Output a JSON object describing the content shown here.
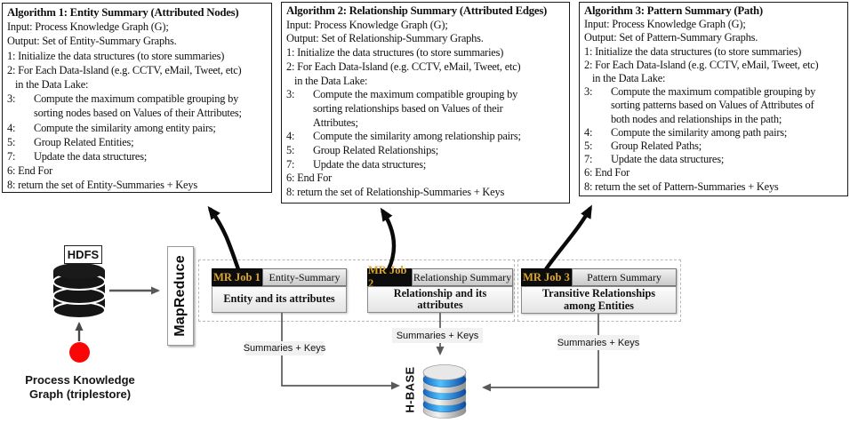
{
  "colors": {
    "mr_job_gold": "#DBA72A",
    "source_dot_red": "#FA0606",
    "hbase_blue": "#1E88E5",
    "arrow_gray": "#595959",
    "curved_arrow_black": "#0a0a0a"
  },
  "algorithms": [
    {
      "title": "Algorithm 1: Entity Summary (Attributed Nodes)",
      "lines": [
        {
          "s": "p",
          "t": "Input: Process Knowledge Graph (G);"
        },
        {
          "s": "p",
          "t": "Output: Set of Entity-Summary Graphs."
        },
        {
          "s": "p",
          "t": "1: Initialize the data structures (to store summaries)"
        },
        {
          "s": "p",
          "t": "2: For Each Data-Island (e.g. CCTV, eMail, Tweet, etc)"
        },
        {
          "s": "c2",
          "t": "in the Data Lake:"
        },
        {
          "s": "n",
          "num": "3:",
          "t": "Compute the maximum compatible grouping by"
        },
        {
          "s": "c",
          "t": "sorting nodes based on Values of their Attributes;"
        },
        {
          "s": "n",
          "num": "4:",
          "t": "Compute the similarity among entity pairs;"
        },
        {
          "s": "n",
          "num": "5:",
          "t": "Group Related Entities;"
        },
        {
          "s": "n",
          "num": "7:",
          "t": "Update the data structures;"
        },
        {
          "s": "p",
          "t": "6: End For"
        },
        {
          "s": "p",
          "t": "8: return the set of Entity-Summaries + Keys"
        }
      ]
    },
    {
      "title": "Algorithm 2: Relationship Summary (Attributed Edges)",
      "lines": [
        {
          "s": "p",
          "t": "Input: Process Knowledge Graph (G);"
        },
        {
          "s": "p",
          "t": "Output: Set of Relationship-Summary Graphs."
        },
        {
          "s": "p",
          "t": "1: Initialize the data structures (to store summaries)"
        },
        {
          "s": "p",
          "t": "2: For Each Data-Island (e.g. CCTV, eMail, Tweet, etc)"
        },
        {
          "s": "c2",
          "t": "in the Data Lake:"
        },
        {
          "s": "n",
          "num": "3:",
          "t": "Compute the maximum compatible grouping by"
        },
        {
          "s": "c",
          "t": "sorting relationships based on Values of their"
        },
        {
          "s": "c",
          "t": "Attributes;"
        },
        {
          "s": "n",
          "num": "4:",
          "t": "Compute the similarity among relationship pairs;"
        },
        {
          "s": "n",
          "num": "5:",
          "t": "Group Related Relationships;"
        },
        {
          "s": "n",
          "num": "7:",
          "t": "Update the data structures;"
        },
        {
          "s": "p",
          "t": "6: End For"
        },
        {
          "s": "p",
          "t": "8: return the set of Relationship-Summaries + Keys"
        }
      ]
    },
    {
      "title": "Algorithm 3: Pattern Summary (Path)",
      "lines": [
        {
          "s": "p",
          "t": "Input: Process Knowledge Graph (G);"
        },
        {
          "s": "p",
          "t": "Output: Set of Pattern-Summary Graphs."
        },
        {
          "s": "p",
          "t": "1: Initialize the data structures (to store summaries)"
        },
        {
          "s": "p",
          "t": "2: For Each Data-Island (e.g. CCTV, eMail, Tweet, etc)"
        },
        {
          "s": "c2",
          "t": "in the Data Lake:"
        },
        {
          "s": "n",
          "num": "3:",
          "t": "Compute the maximum compatible grouping by"
        },
        {
          "s": "c",
          "t": "sorting patterns based on Values of Attributes of"
        },
        {
          "s": "c",
          "t": "both nodes and relationships in the path;"
        },
        {
          "s": "n",
          "num": "4:",
          "t": "Compute the similarity among path pairs;"
        },
        {
          "s": "n",
          "num": "5:",
          "t": "Group Related Paths;"
        },
        {
          "s": "n",
          "num": "7:",
          "t": "Update the data structures;"
        },
        {
          "s": "p",
          "t": "6: End For"
        },
        {
          "s": "p",
          "t": "8: return the set of Pattern-Summaries + Keys"
        }
      ]
    }
  ],
  "pipeline": {
    "hdfs_label": "HDFS",
    "mapreduce_label": "MapReduce",
    "source_caption": "Process Knowledge\nGraph (triplestore)",
    "hbase_label": "H-BASE",
    "summaries_label": "Summaries + Keys",
    "jobs": [
      {
        "id": "MR Job 1",
        "header": "Entity-Summary",
        "body": "Entity and its attributes"
      },
      {
        "id": "MR Job 2",
        "header": "Relationship Summary",
        "body": "Relationship and its attributes"
      },
      {
        "id": "MR Job 3",
        "header": "Pattern Summary",
        "body": "Transitive Relationships among Entities"
      }
    ]
  }
}
